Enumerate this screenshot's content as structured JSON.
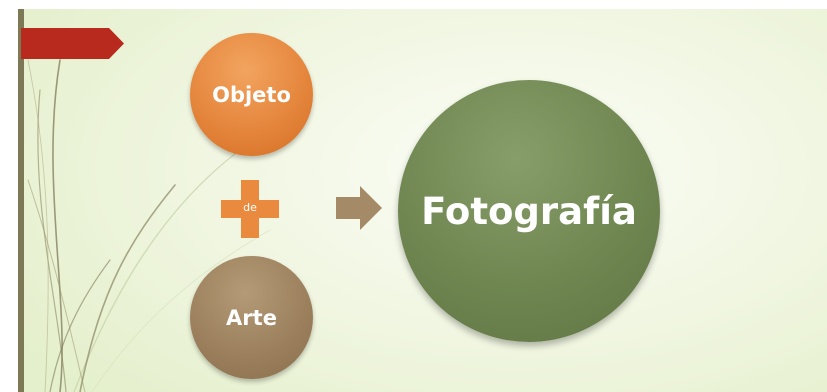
{
  "diagram": {
    "node_objeto": "Objeto",
    "node_arte": "Arte",
    "node_fotografia": "Fotografía",
    "plus_label": "de"
  },
  "colors": {
    "banner": "#b8291e",
    "objeto": "#e5863d",
    "arte": "#9b7f5c",
    "fotografia": "#6f8651",
    "plus": "#ea8a3f",
    "arrow": "#a48a66",
    "strip": "#7d7856"
  }
}
